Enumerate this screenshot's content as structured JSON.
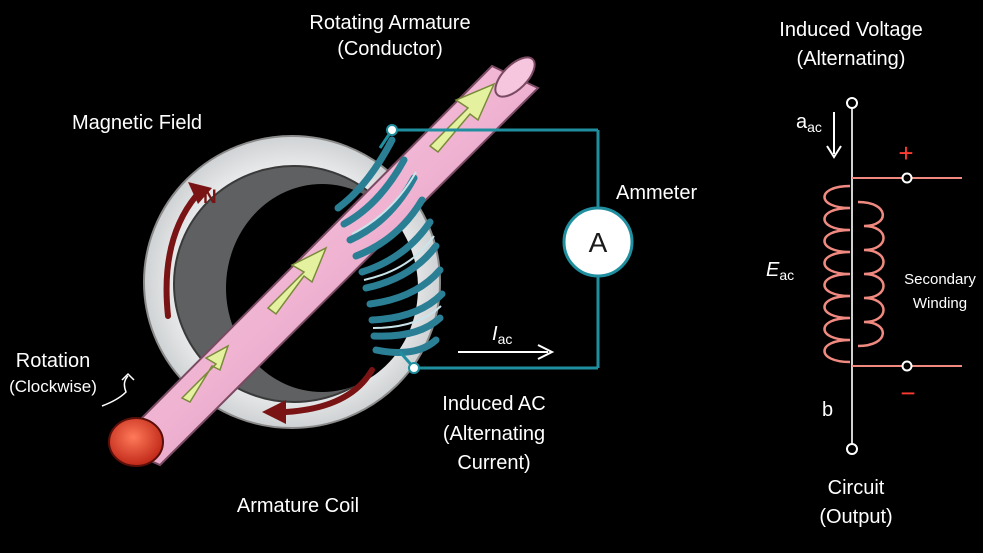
{
  "labels": {
    "rotating_armature": [
      "Rotating Armature",
      "(Conductor)"
    ],
    "magnetic_field": "Magnetic Field",
    "pole_n": "N",
    "rotation": [
      "Rotation",
      "(Clockwise)"
    ],
    "armature_coil": "Armature Coil",
    "ammeter": "Ammeter",
    "ammeter_symbol": "A",
    "current_symbol": "I",
    "current_subscript": "ac",
    "induced_ac": [
      "Induced AC",
      "(Alternating",
      "Current)"
    ],
    "induced_voltage": [
      "Induced Voltage",
      "(Alternating)"
    ],
    "a_symbol": "a",
    "a_subscript": "ac",
    "emf_symbol": "E",
    "emf_subscript": "ac",
    "secondary_winding": [
      "Secondary",
      "Winding"
    ],
    "terminal_b": "b",
    "plus_sign": "+",
    "minus_sign": "−",
    "circuit_output": [
      "Circuit",
      "(Output)"
    ]
  },
  "colors": {
    "background": "#000000",
    "wire": "#1f8fa0",
    "coil": "#2a7f95",
    "rod": "#f2b8d4",
    "rod_tip": "#e03a2a",
    "arrow_fill": "#e4f2a0",
    "field_arrow": "#7a1414",
    "winding": "#f08a80",
    "polarity": "#ff3b30"
  }
}
